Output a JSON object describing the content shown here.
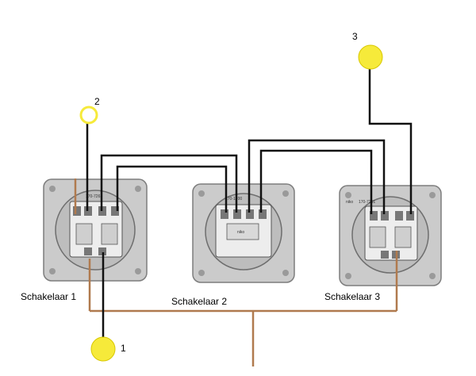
{
  "lamps": [
    {
      "label": "1",
      "color": "#f6ea3a"
    },
    {
      "label": "2",
      "color": "#f6ea3a"
    },
    {
      "label": "3",
      "color": "#f6ea3a"
    }
  ],
  "switches": [
    {
      "label": "Schakelaar 1",
      "part_number": "170-7261"
    },
    {
      "label": "Schakelaar 2",
      "part_number": "170-1700"
    },
    {
      "label": "Schakelaar 3",
      "part_number": "170-7261"
    }
  ],
  "wire_colors": {
    "black": "#111111",
    "brown": "#b07a4e"
  },
  "plate_color": "#c8c8c8",
  "brand_text": "niko"
}
